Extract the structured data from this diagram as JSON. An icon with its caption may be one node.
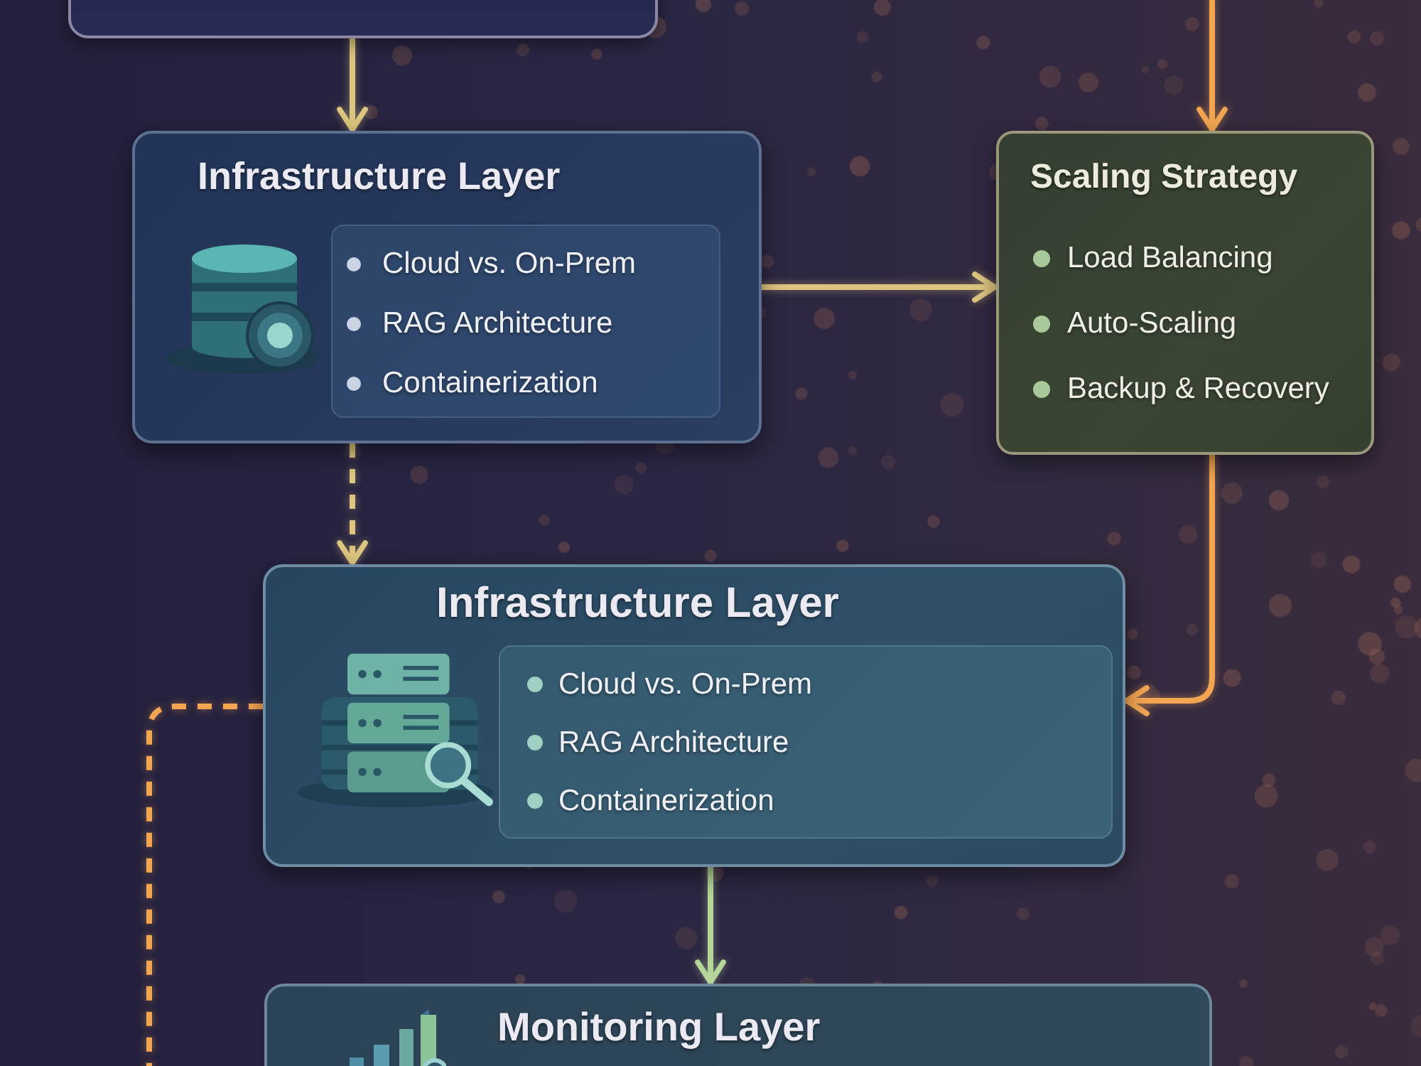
{
  "diagram": {
    "nodes": [
      {
        "text": [],
        "shape": "box"
      },
      {
        "text": [
          "Infrastructure Layer"
        ]
      },
      {
        "text": [
          "Cloud vs. On-Prem",
          "RAG Architecture",
          "Containerization"
        ],
        "in": 1
      },
      {
        "text": [
          "Scaling Strategy",
          "Load Balancing",
          "Auto-Scaling",
          "Backup & Recovery"
        ]
      },
      {
        "text": [
          "Infrastructure Layer"
        ]
      },
      {
        "text": [
          "Cloud vs. On-Prem",
          "RAG Architecture",
          "Containerization"
        ],
        "in": 4
      },
      {
        "text": [
          "Monitoring Layer"
        ]
      }
    ],
    "edges": [
      {
        "from": 0,
        "to": 1,
        "arrow": "to"
      },
      {
        "from": null,
        "to": 3,
        "arrow": "to",
        "color": "#f3a552"
      },
      {
        "from": 1,
        "to": 3,
        "arrow": "to"
      },
      {
        "from": 1,
        "to": 4,
        "arrow": "to",
        "style": "dashed"
      },
      {
        "from": 3,
        "to": 4,
        "arrow": "to",
        "color": "#f3a552"
      },
      {
        "from": 4,
        "to": 6,
        "arrow": "to",
        "color": "#b5d59a"
      },
      {
        "from": 4,
        "to": null,
        "arrow": "none",
        "style": "dashed",
        "color": "#f3a552"
      }
    ]
  }
}
